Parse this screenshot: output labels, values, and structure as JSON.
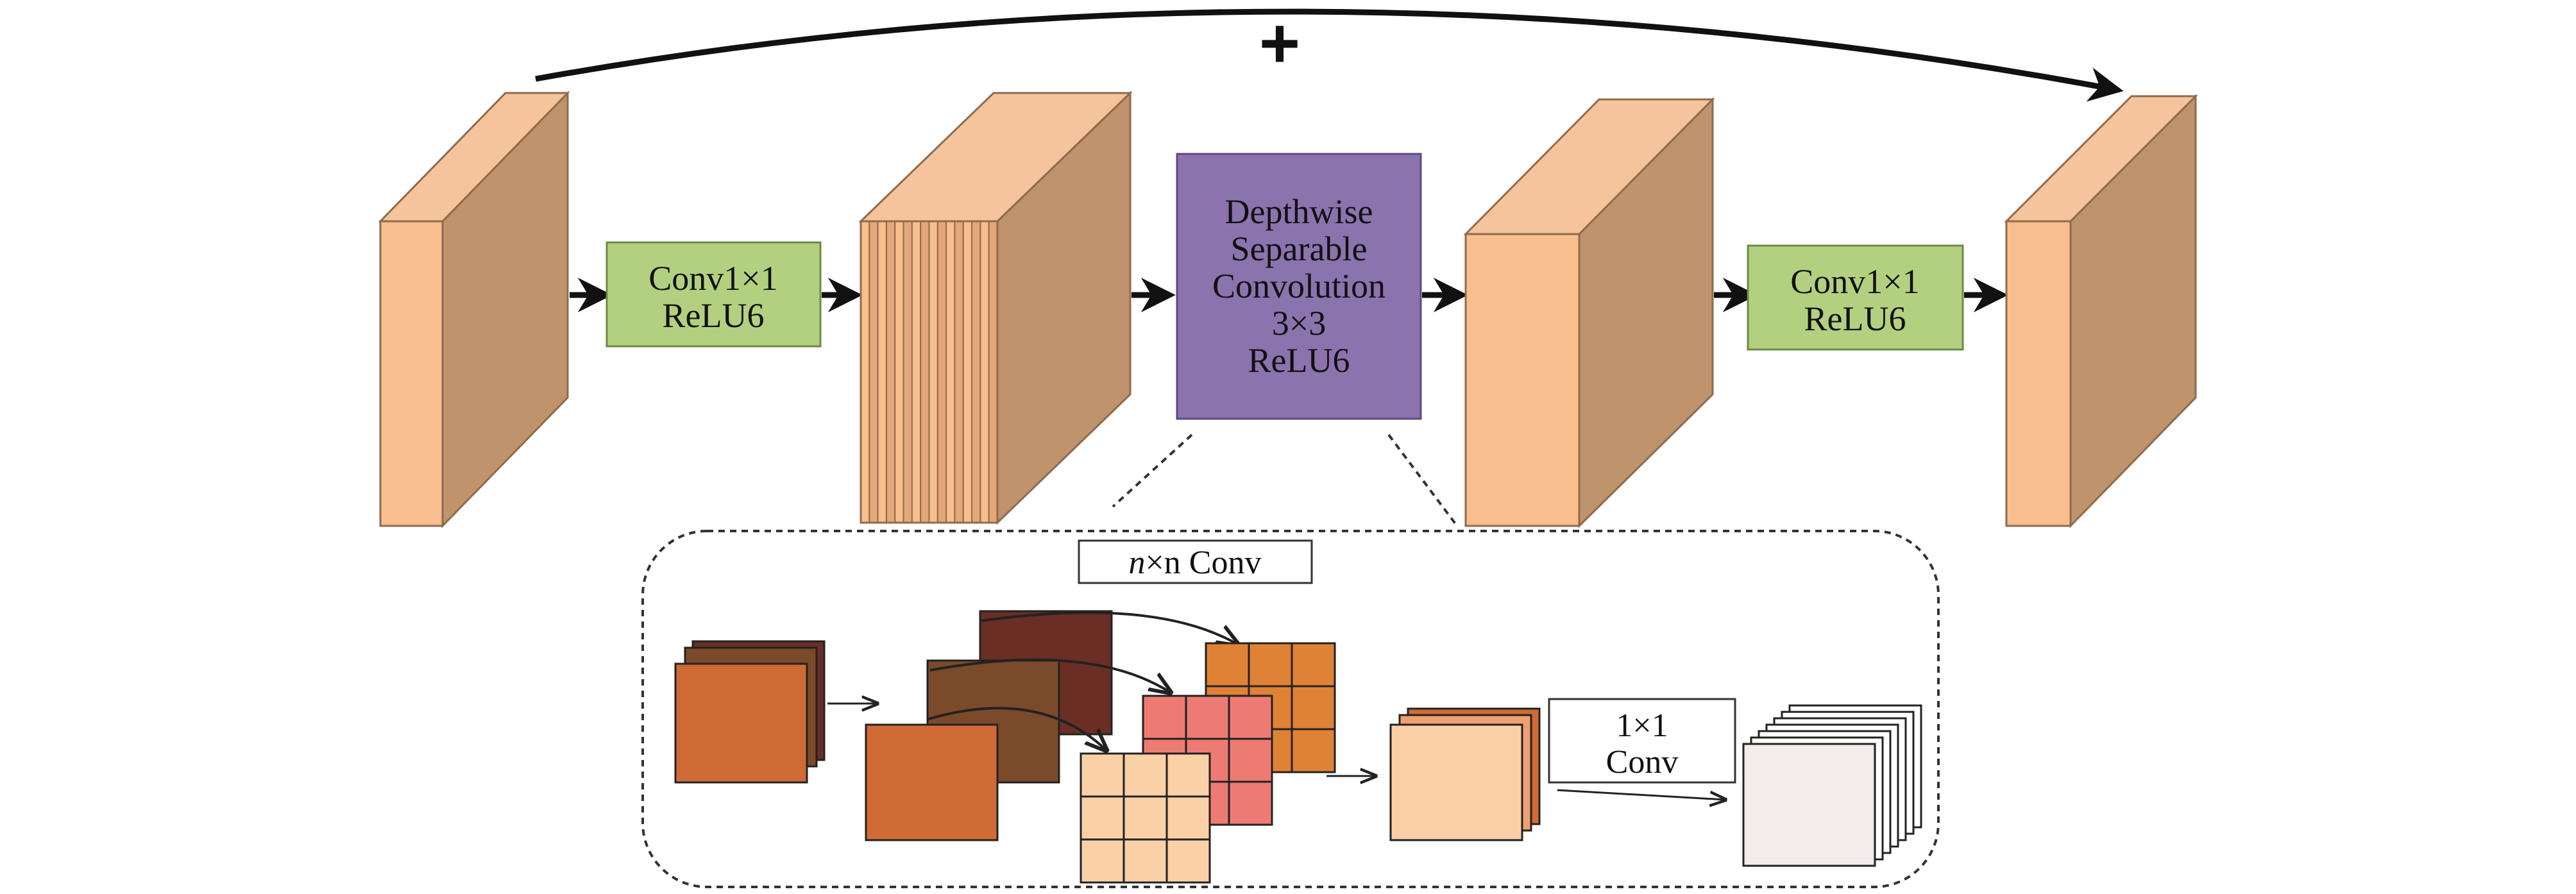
{
  "top_connector": {
    "symbol": "+"
  },
  "blocks": {
    "conv1_left": {
      "line1": "Conv1×1",
      "line2": "ReLU6"
    },
    "depthwise": {
      "lines": [
        "Depthwise",
        "Separable",
        "Convolution",
        "3×3",
        "ReLU6"
      ]
    },
    "conv1_right": {
      "line1": "Conv1×1",
      "line2": "ReLU6"
    }
  },
  "detail": {
    "nxn_label_var": "n",
    "nxn_label_rest": "×n Conv",
    "pointwise_line1": "1×1",
    "pointwise_line2": "Conv"
  },
  "colors": {
    "tensor_front": "#F8BE8E",
    "tensor_side": "#BF936B",
    "tensor_top": "#F5C49C",
    "conv_block": "#B3D080",
    "depthwise_block": "#8B73AE",
    "deep_orange": "#D06B35",
    "brown_mid": "#7A4A2A",
    "brown_dark": "#6A2E24",
    "grid_orange": "#E08236",
    "grid_pink": "#EE7B73",
    "grid_peach": "#FAD0A6",
    "output_grey": "#F2ECEA"
  }
}
